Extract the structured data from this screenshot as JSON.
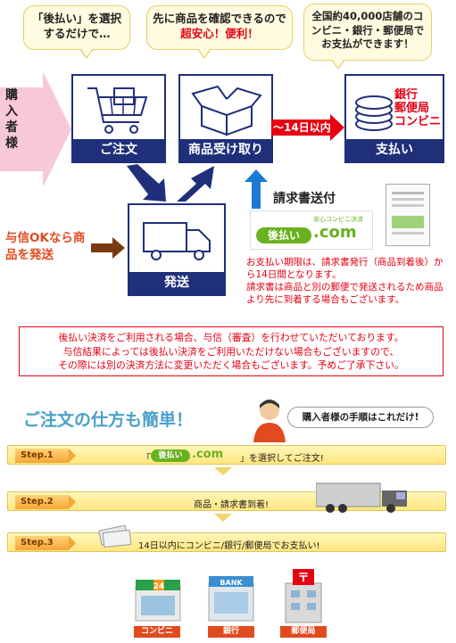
{
  "flow": {
    "buyer_label": "購入者様",
    "bubble1": "「後払い」を選択するだけで…",
    "bubble2_line1": "先に商品を確認できるので",
    "bubble2_emph": "超安心！便利！",
    "bubble3": "全国約40,000店舗のコンビニ・銀行・郵便局でお支払ができます！",
    "box_order": "ご注文",
    "box_receive": "商品受け取り",
    "box_pay": "支払い",
    "box_ship": "発送",
    "arrow_14": "～14日以内",
    "pay_places": [
      "銀行",
      "郵便局",
      "コンビニ"
    ],
    "invoice_label": "請求書送付",
    "credit_ok": "与信OKなら商品を発送",
    "logo_text": "後払い",
    "logo_dot": ".com",
    "logo_tagline": "安心コンビニ決済",
    "invoice_note_1": "お支払い期限は、請求書発行（商品到着後）から14日間となります。",
    "invoice_note_2": "請求書は商品と別の郵便で発送されるため商品より先に到着する場合もございます。"
  },
  "notice": {
    "line1": "後払い決済をご利用される場合、与信（審査）を行わせていただいております。",
    "line2": "与信結果によっては後払い決済をご利用いただけない場合もございますので、",
    "line3": "その際には別の決済方法に変更いただく場合もございます。予めご了承下さい。"
  },
  "howto": {
    "title": "ご注文の仕方も簡単！",
    "buyer_bubble": "購入者様の手順はこれだけ!",
    "steps": [
      {
        "tag": "Step.1",
        "text_pre": "「",
        "text_post": "」を選択してご注文!"
      },
      {
        "tag": "Step.2",
        "text": "商品・請求書到着!"
      },
      {
        "tag": "Step.3",
        "text": "14日以内にコンビニ/銀行/郵便局でお支払い!"
      }
    ],
    "buildings": [
      {
        "label": "コンビニ",
        "sign": "24"
      },
      {
        "label": "銀行",
        "sign": "BANK"
      },
      {
        "label": "郵便局",
        "sign": "〒"
      }
    ]
  },
  "colors": {
    "navy": "#1f2f7a",
    "red": "#e60012",
    "green": "#6ab120",
    "pink_arrow": "#f7c9d6",
    "brown_arrow": "#7a3a10"
  }
}
